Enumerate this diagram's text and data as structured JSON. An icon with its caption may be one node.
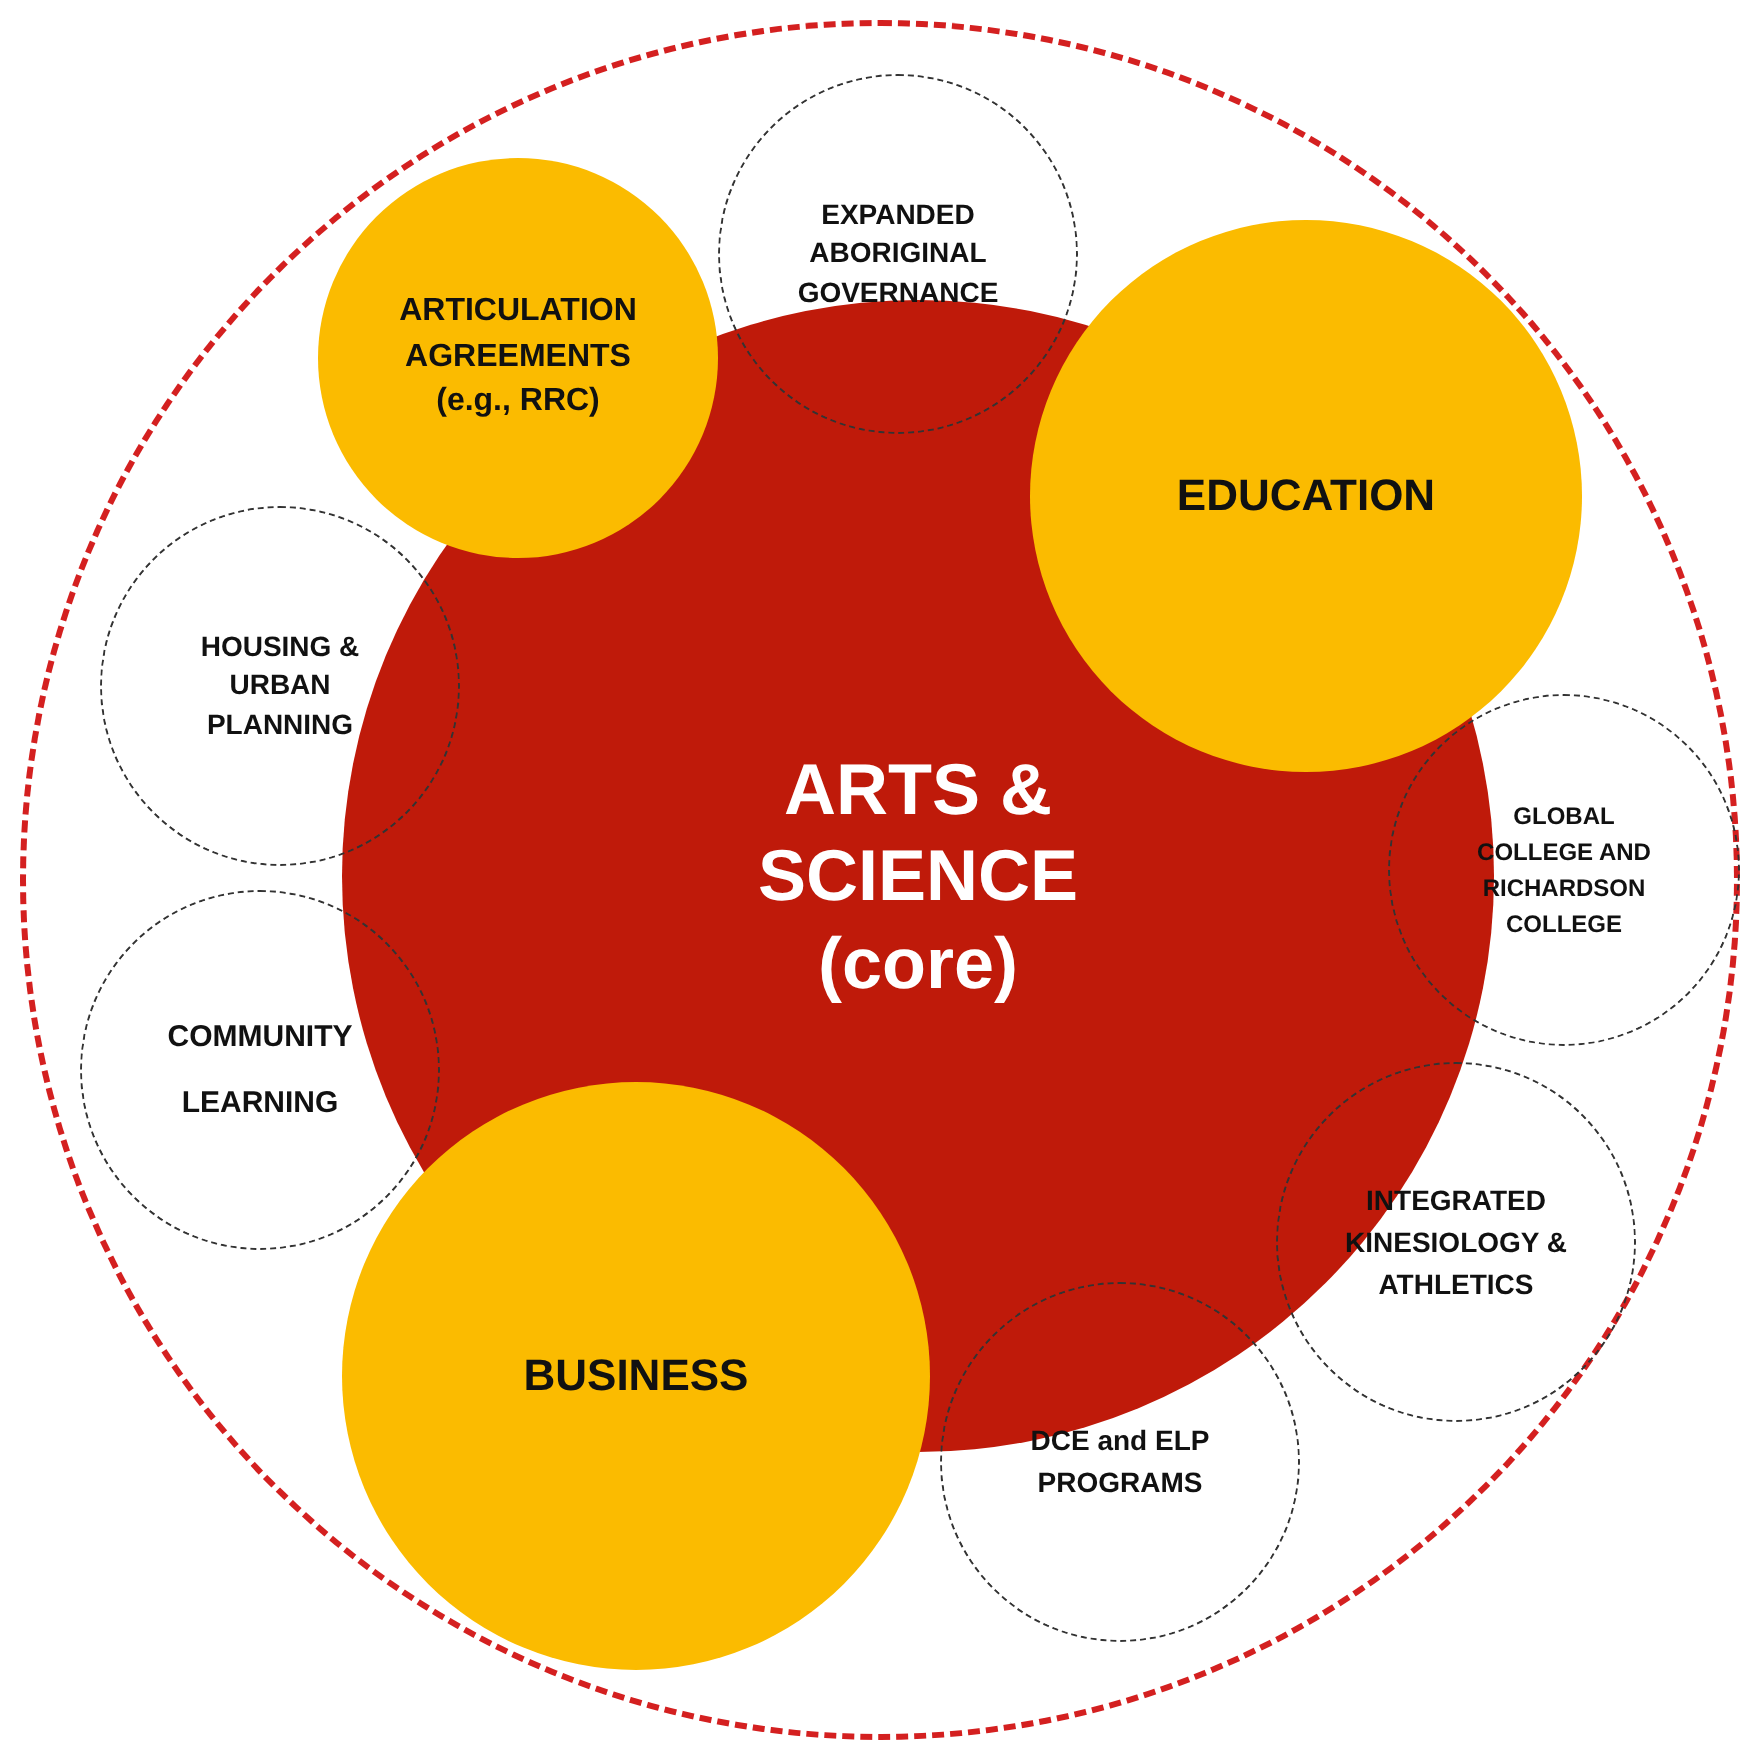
{
  "diagram": {
    "nodes": [
      {
        "text": [],
        "shape": "circle"
      },
      {
        "text": [
          "ARTS & SCIENCE (core)"
        ],
        "in": 0
      },
      {
        "text": [
          "ARTICULATION AGREEMENTS (e.g., RRC)"
        ],
        "in": 0
      },
      {
        "text": [
          "EXPANDED ABORIGINAL GOVERNANCE"
        ],
        "in": 0
      },
      {
        "text": [
          "EDUCATION"
        ],
        "in": 0
      },
      {
        "text": [
          "HOUSING & URBAN PLANNING"
        ],
        "in": 0
      },
      {
        "text": [
          "GLOBAL COLLEGE AND RICHARDSON COLLEGE"
        ],
        "in": 0
      },
      {
        "text": [
          "COMMUNITY LEARNING"
        ],
        "in": 0
      },
      {
        "text": [
          "INTEGRATED KINESIOLOGY & ATHLETICS"
        ],
        "in": 0
      },
      {
        "text": [
          "BUSINESS"
        ],
        "in": 0
      },
      {
        "text": [
          "DCE and ELP PROGRAMS"
        ],
        "in": 0
      }
    ]
  }
}
